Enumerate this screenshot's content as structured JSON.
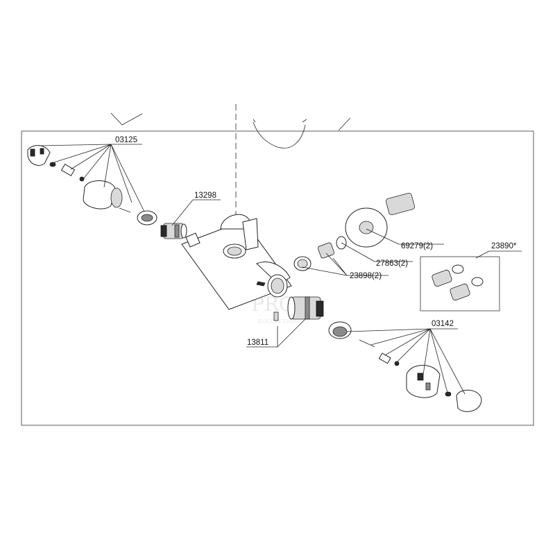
{
  "watermark": {
    "main": "PRO",
    "sub": "KOLLEKTION"
  },
  "callouts": {
    "c03125": "03125",
    "c13298": "13298",
    "c69279": "69279(2)",
    "c27863": "27863(2)",
    "c23898": "23898(2)",
    "c23890": "23890*",
    "c13811": "13811",
    "c03142": "03142"
  }
}
